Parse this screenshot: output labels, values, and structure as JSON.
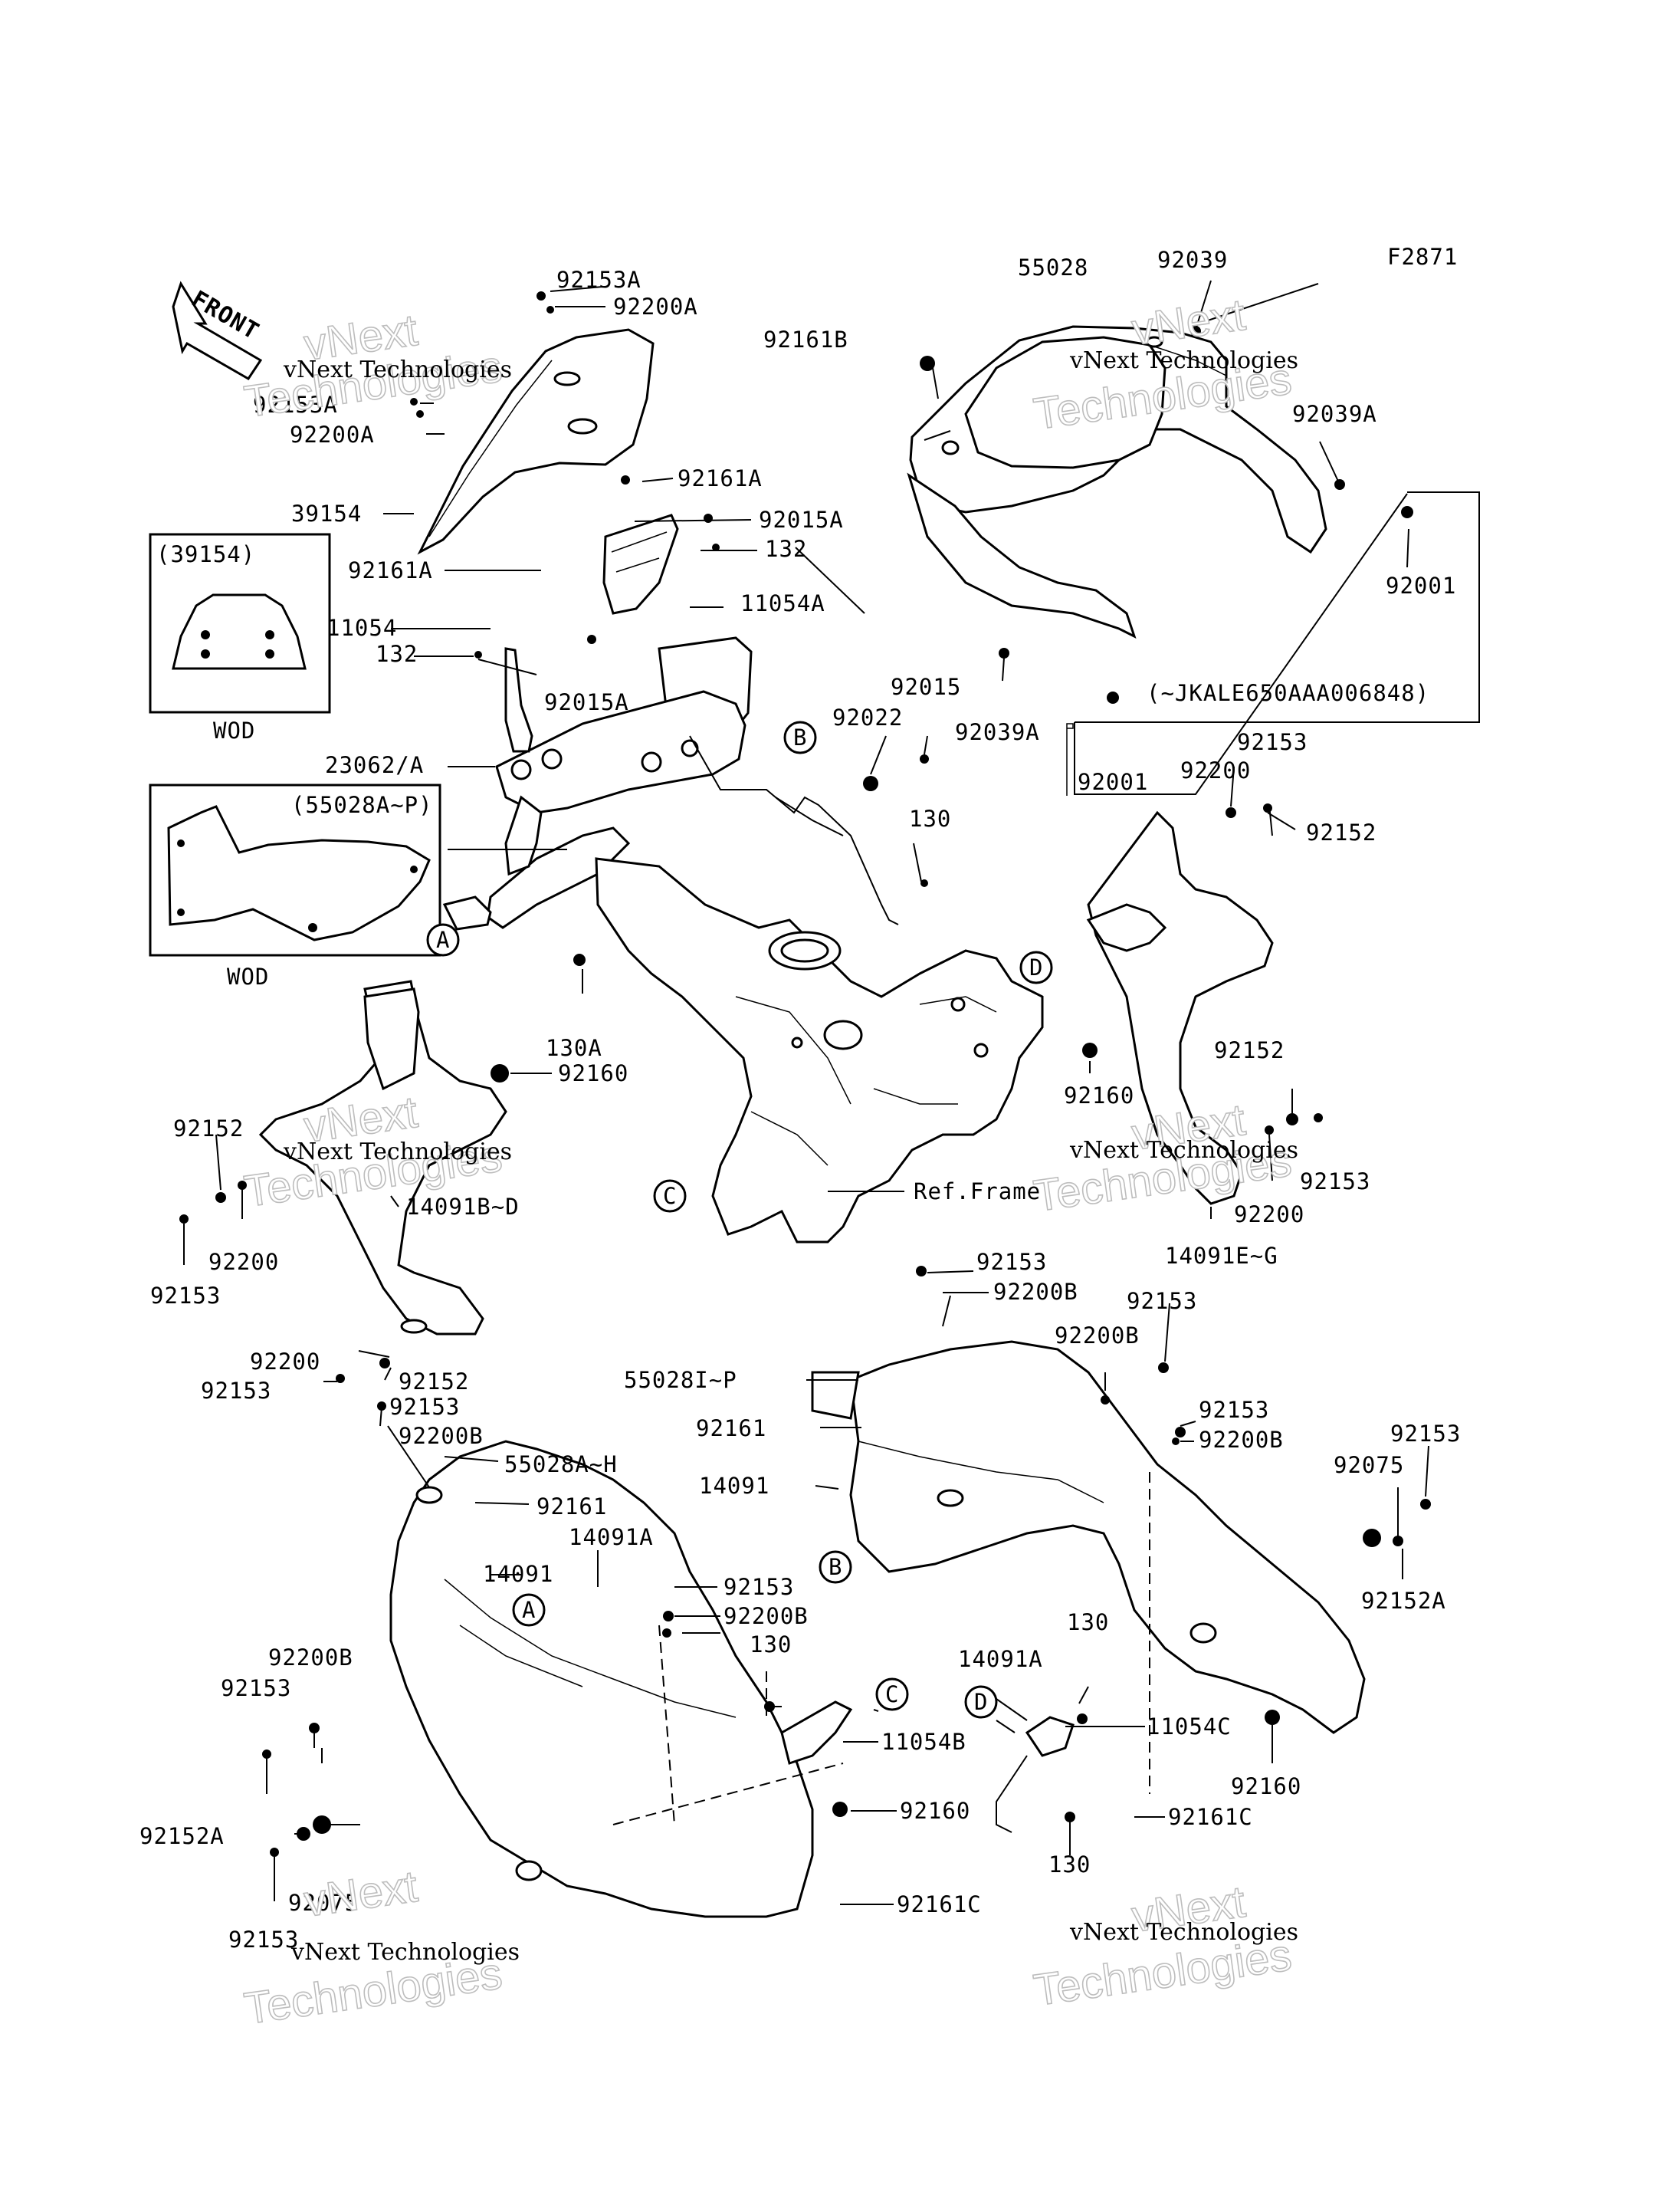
{
  "figure_code": "F2871",
  "front_label": "FRONT",
  "watermark": {
    "line1": "vNext Technologies",
    "line2": "vNext",
    "line3": "Technologies"
  },
  "insets": [
    {
      "title": "(39154)",
      "caption": "WOD"
    },
    {
      "title": "(55028A~P)",
      "caption": "WOD"
    }
  ],
  "serial_note": "(~JKALE650AAA006848)",
  "reference_frame_label": "Ref.Frame",
  "callouts": [
    "A",
    "B",
    "C",
    "D",
    "A",
    "B",
    "C",
    "D"
  ],
  "part_labels": [
    "92153A",
    "92200A",
    "92153A",
    "92200A",
    "39154",
    "92161A",
    "11054",
    "132",
    "92015A",
    "23062/A",
    "92161A",
    "92015A",
    "132",
    "11054A",
    "55028",
    "92039",
    "92161B",
    "92039A",
    "92001",
    "92039A",
    "92001",
    "92015",
    "92022",
    "130",
    "130A",
    "92153",
    "92200",
    "92152",
    "92160",
    "92160",
    "92152",
    "92153",
    "92200",
    "14091E~G",
    "92152",
    "92200",
    "92153",
    "14091B~D",
    "92200",
    "92152",
    "92153",
    "92153",
    "92200B",
    "55028A~H",
    "92161",
    "14091",
    "14091A",
    "92153",
    "92200B",
    "130",
    "11054B",
    "92160",
    "92161C",
    "92200B",
    "92153",
    "92152A",
    "92075",
    "92153",
    "92153",
    "92200B",
    "55028I~P",
    "92161",
    "14091",
    "92153",
    "92200B",
    "92153",
    "92200B",
    "92153",
    "92075",
    "92152A",
    "14091A",
    "130",
    "11054C",
    "92160",
    "92161C",
    "130"
  ]
}
